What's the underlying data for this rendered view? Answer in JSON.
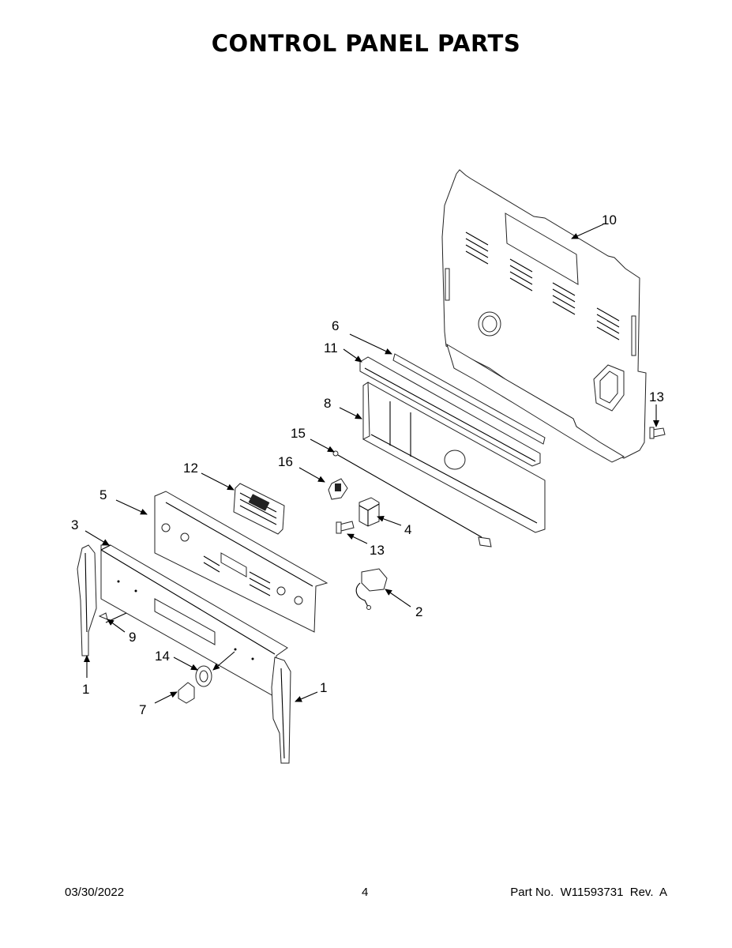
{
  "title": "CONTROL PANEL PARTS",
  "callouts": {
    "c10": "10",
    "c6": "6",
    "c11": "11",
    "c13a": "13",
    "c8": "8",
    "c15": "15",
    "c16": "16",
    "c12": "12",
    "c5": "5",
    "c4": "4",
    "c3": "3",
    "c13b": "13",
    "c2": "2",
    "c9": "9",
    "c14": "14",
    "c1a": "1",
    "c1b": "1",
    "c7": "7"
  },
  "footer": {
    "date": "03/30/2022",
    "page": "4",
    "part": "Part No.  W11593731  Rev.  A"
  }
}
